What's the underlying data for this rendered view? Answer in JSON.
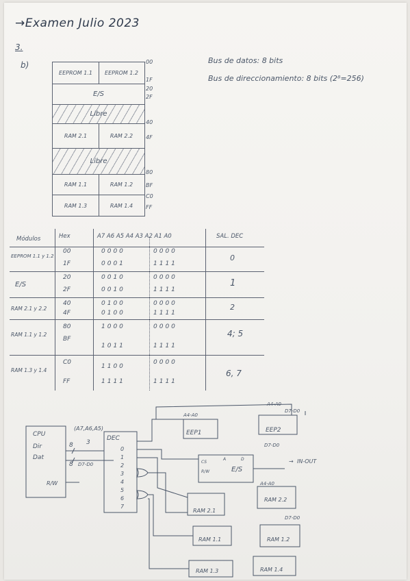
{
  "title": "Examen Julio 2023",
  "question": "3.",
  "part": "b)",
  "bus_data": "Bus de datos: 8 bits",
  "bus_addr": "Bus de direccionamiento: 8 bits (2⁸=256)",
  "memory_map": {
    "rows": [
      {
        "left": "EEPROM 1.1",
        "right": "EEPROM 1.2"
      },
      {
        "full": "E/S"
      },
      {
        "full": "Libre"
      },
      {
        "left": "RAM 2.1",
        "right": "RAM 2.2"
      },
      {
        "full": "Libre"
      },
      {
        "left": "RAM 1.1",
        "right": "RAM 1.2"
      },
      {
        "left": "RAM 1.3",
        "right": "RAM 1.4"
      }
    ],
    "addresses": [
      "00",
      "1F",
      "20",
      "2F",
      "40",
      "4F",
      "80",
      "BF",
      "C0",
      "FF"
    ]
  },
  "table": {
    "headers": [
      "Módulos",
      "Hex",
      "A7 A6 A5 A4 A3  A2 A1 A0",
      "SAL. DEC"
    ],
    "rows": [
      {
        "module": "EEPROM 1.1 y 1.2",
        "hex": [
          "00",
          "1F"
        ],
        "bits_hi": [
          "0000",
          "0001"
        ],
        "bits_lo": [
          "0000",
          "1111"
        ],
        "out": "0"
      },
      {
        "module": "E/S",
        "hex": [
          "20",
          "2F"
        ],
        "bits_hi": [
          "0010",
          "0010"
        ],
        "bits_lo": [
          "0000",
          "1111"
        ],
        "out": "1"
      },
      {
        "module": "RAM 2.1 y 2.2",
        "hex": [
          "40",
          "4F"
        ],
        "bits_hi": [
          "0100",
          "0100"
        ],
        "bits_lo": [
          "0000",
          "1111"
        ],
        "out": "2"
      },
      {
        "module": "RAM 1.1 y 1.2",
        "hex": [
          "80",
          "BF"
        ],
        "bits_hi": [
          "1000",
          "1011"
        ],
        "bits_lo": [
          "0000",
          "1111"
        ],
        "out": "4; 5"
      },
      {
        "module": "RAM 1.3 y 1.4",
        "hex": [
          "C0",
          "FF"
        ],
        "bits_hi": [
          "1100",
          "1111"
        ],
        "bits_lo": [
          "0000",
          "1111"
        ],
        "out": "6, 7"
      }
    ]
  },
  "circuit": {
    "cpu_lines": [
      "CPU",
      "Dir",
      "Dat",
      "R/W"
    ],
    "dec_label": "DEC",
    "dec_inputs": "(A7,A6,A5)",
    "dec_outputs": [
      "0",
      "1",
      "2",
      "3",
      "4",
      "5",
      "6",
      "7"
    ],
    "bus_width_3": "3",
    "bus_width_8a": "8",
    "bus_width_8b": "8",
    "dat_bus": "D7-D0",
    "addr_4_0": "A4-A0",
    "data_d7_d0": "D7-D0",
    "chips": [
      "EEP1",
      "EEP2",
      "E/S",
      "RAM 2.1",
      "RAM 2.2",
      "RAM 1.1",
      "RAM 1.2",
      "RAM 1.3",
      "RAM 1.4"
    ],
    "io_label": "IN-OUT",
    "pin_cs": "CS",
    "pin_a": "A",
    "pin_d": "D",
    "pin_rw": "R/W"
  }
}
